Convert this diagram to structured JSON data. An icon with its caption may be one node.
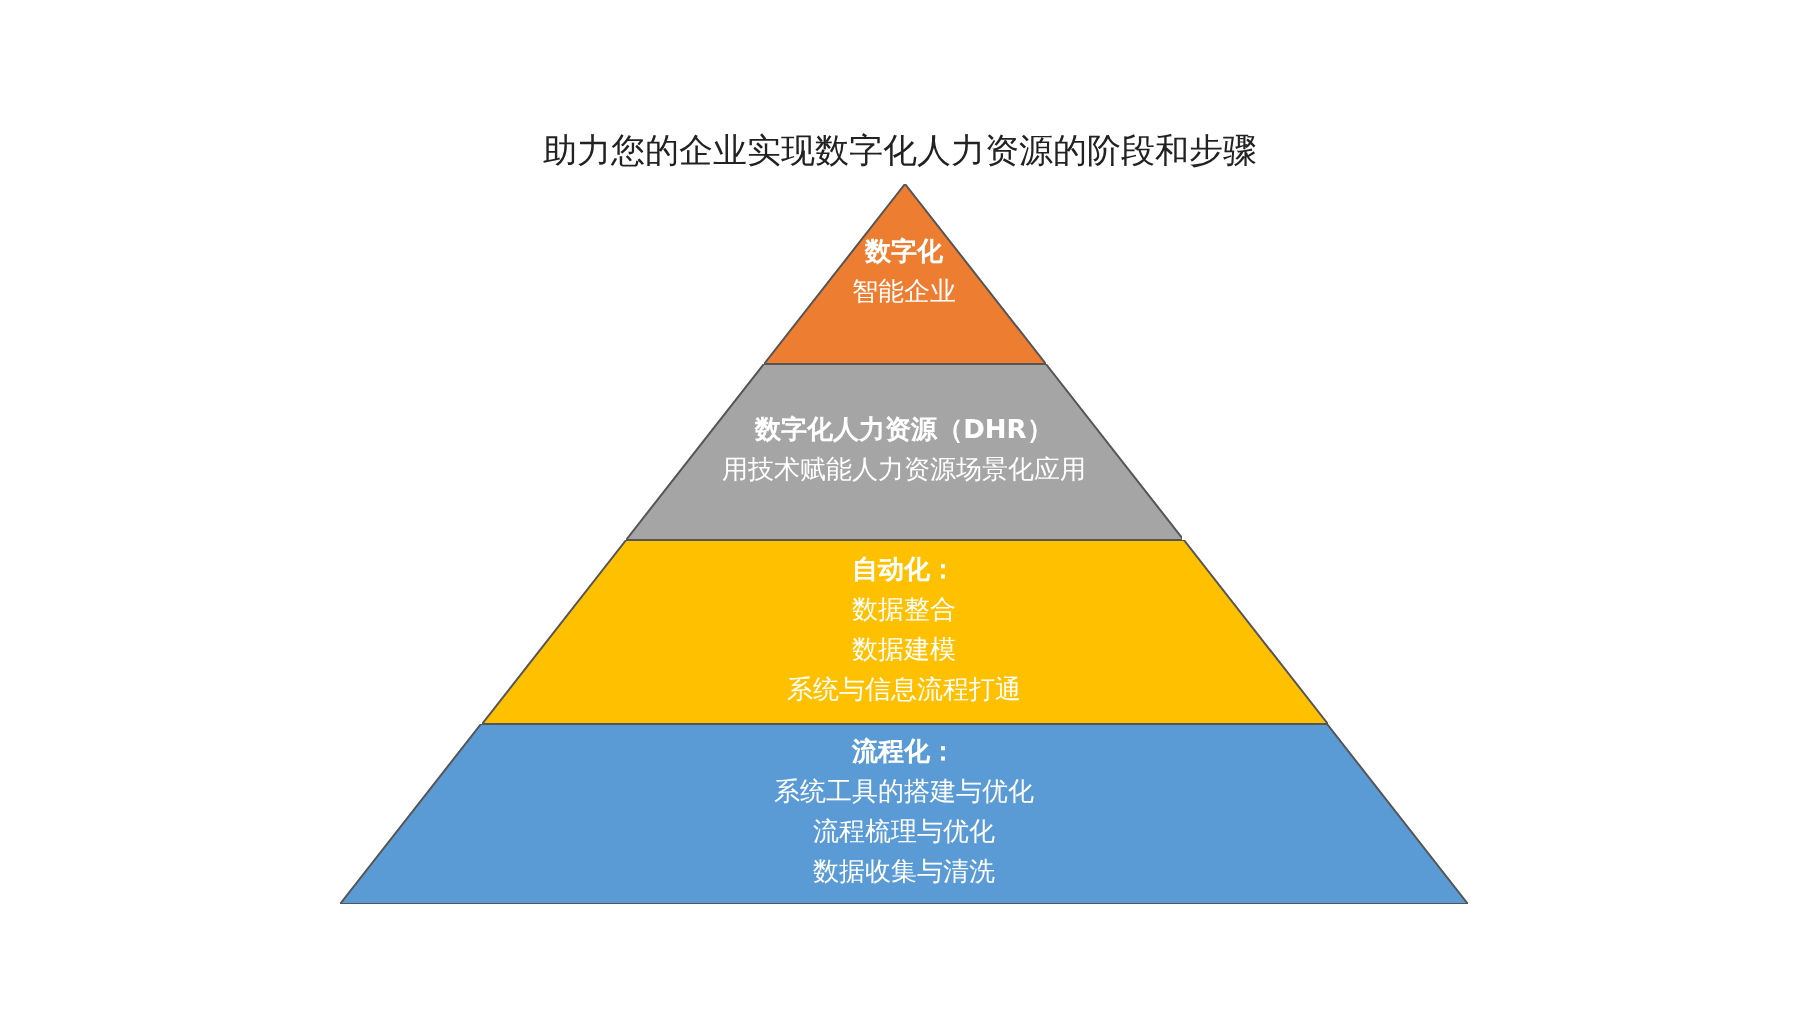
{
  "diagram": {
    "title": "助力您的企业实现数字化人力资源的阶段和步骤",
    "nodes": [
      {
        "text": [
          "数字化",
          "智能企业"
        ]
      },
      {
        "text": [
          "数字化人力资源（DHR）",
          "用技术赋能人力资源场景化应用"
        ]
      },
      {
        "text": [
          "自动化：",
          "数据整合",
          "数据建模",
          "系统与信息流程打通"
        ]
      },
      {
        "text": [
          "流程化：",
          "系统工具的搭建与优化",
          "流程梳理与优化",
          "数据收集与清洗"
        ]
      }
    ]
  }
}
